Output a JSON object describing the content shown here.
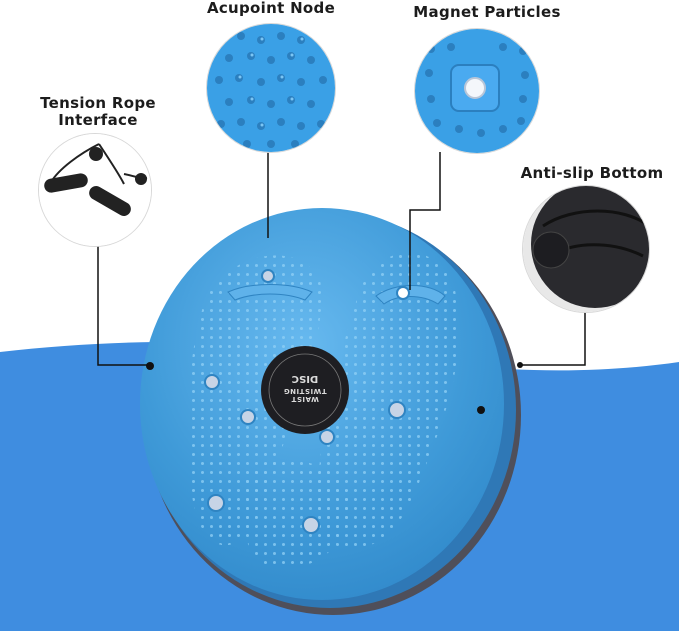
{
  "image": {
    "subject": "blue waist twisting disc product photo with callouts",
    "colors": {
      "disc_blue": "#3f9ad8",
      "disc_blue_light": "#5bb2ec",
      "disc_edge": "#2d7fbd",
      "base_gray": "#55555f",
      "background_wave": "#3f8de0",
      "center_badge": "#1e1e22",
      "callout_line": "#111111"
    }
  },
  "labels": {
    "acupoint": "Acupoint Node",
    "magnet": "Magnet Particles",
    "rope_line1": "Tension Rope",
    "rope_line2": "Interface",
    "antislip": "Anti-slip Bottom"
  },
  "badge": {
    "text_top": "WAIST TWISTING",
    "text_bottom": "DISC"
  }
}
